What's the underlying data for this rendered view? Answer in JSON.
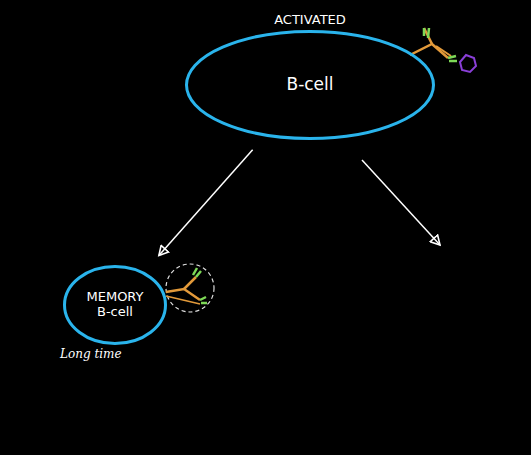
{
  "diagram": {
    "nodes": [
      {
        "text": [
          "ACTIVATED",
          "B-cell"
        ]
      },
      {
        "text": [
          "MEMORY B-cell"
        ]
      }
    ],
    "edges": [
      {
        "from": 0,
        "to": 1,
        "arrow": "to"
      }
    ],
    "labels": [
      "Long time"
    ]
  }
}
